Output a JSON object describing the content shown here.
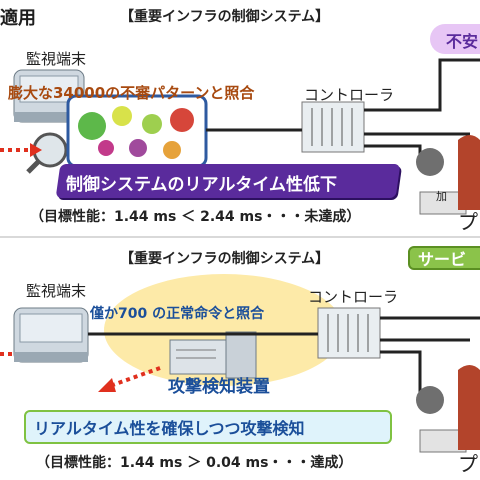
{
  "top": {
    "badge": "適用",
    "section_title": "【重要インフラの制御システム】",
    "monitor_label": "監視端末",
    "compare_note": "膨大な34000の不審パターンと照合",
    "controller_label": "コントローラ",
    "ribbon_text": "制御システムのリアルタイム性低下",
    "perf_text": "（目標性能：1.44 ms ＜ 2.44 ms・・・未達成）",
    "warn_text": "不安",
    "plant_label_small": "加",
    "plant_label": "プ"
  },
  "bottom": {
    "badge": "サービ",
    "section_title": "【重要インフラの制御システム】",
    "monitor_label": "監視端末",
    "compare_note": "僅か700 の正常命令と照合",
    "controller_label": "コントローラ",
    "device_label": "攻撃検知装置",
    "result_text": "リアルタイム性を確保しつつ攻撃検知",
    "perf_text": "（目標性能：1.44 ms ＞ 0.04 ms・・・達成）",
    "plant_label": "プ"
  },
  "colors": {
    "ribbon": "#5a2b9c",
    "highlight": "#fdeaa8",
    "arrow_red": "#e0301e",
    "green_border": "#7fc242",
    "blue_text": "#1b4f9a"
  }
}
